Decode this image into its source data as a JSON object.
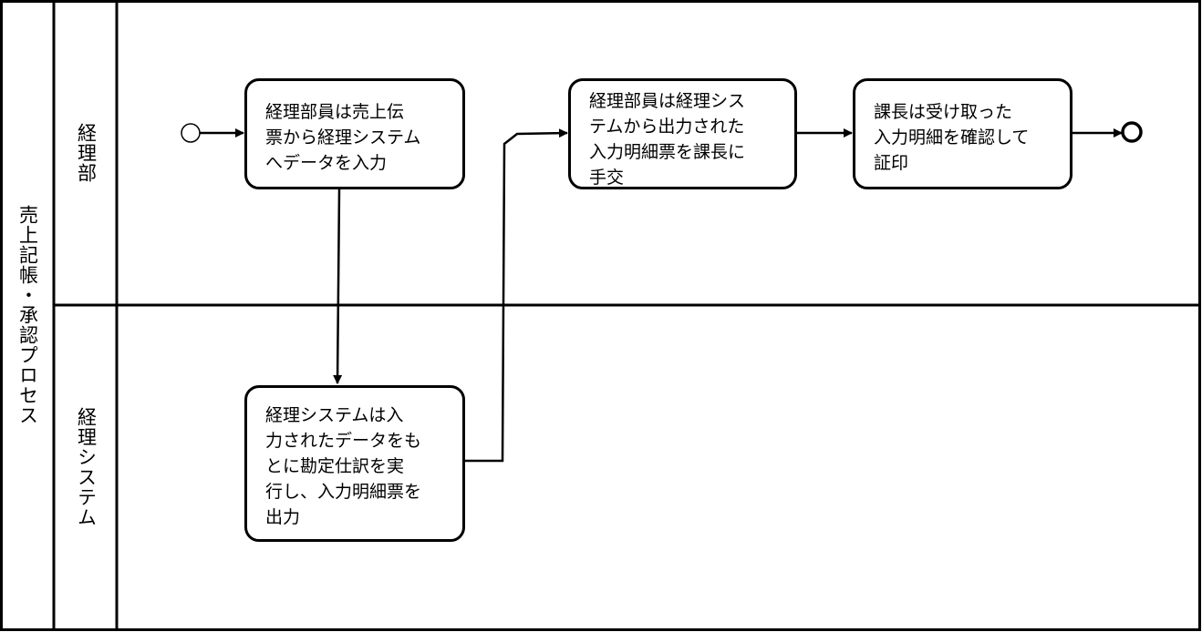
{
  "pool": {
    "title": "売上記帳・承認プロセス"
  },
  "lanes": [
    {
      "label": "経理部"
    },
    {
      "label": "経理システム"
    }
  ],
  "tasks": [
    {
      "text": "経理部員は売上伝\n票から経理システム\nへデータを入力"
    },
    {
      "text": "経理部員は経理シス\nテムから出力された\n入力明細票を課長に\n手交"
    },
    {
      "text": "課長は受け取った\n入力明細を確認して\n証印"
    },
    {
      "text": "経理システムは入\n力されたデータをも\nとに勘定仕訳を実\n行し、入力明細票を\n出力"
    }
  ],
  "colors": {
    "line": "#000000",
    "background": "#ffffff"
  }
}
